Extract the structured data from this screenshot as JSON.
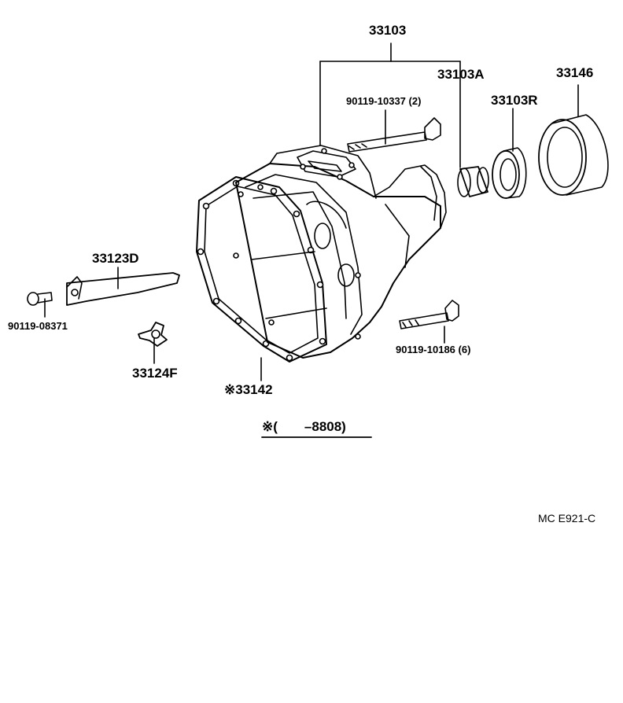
{
  "labels": {
    "p33103": "33103",
    "p33103A": "33103A",
    "p33146": "33146",
    "p33103R": "33103R",
    "bolt_upper": "90119-10337 (2)",
    "p33123D": "33123D",
    "bolt_left": "90119-08371",
    "p33124F": "33124F",
    "p33142": "※33142",
    "bolt_lower": "90119-10186 (6)"
  },
  "note": "※(  –8808)",
  "code": "MC  E921-C"
}
